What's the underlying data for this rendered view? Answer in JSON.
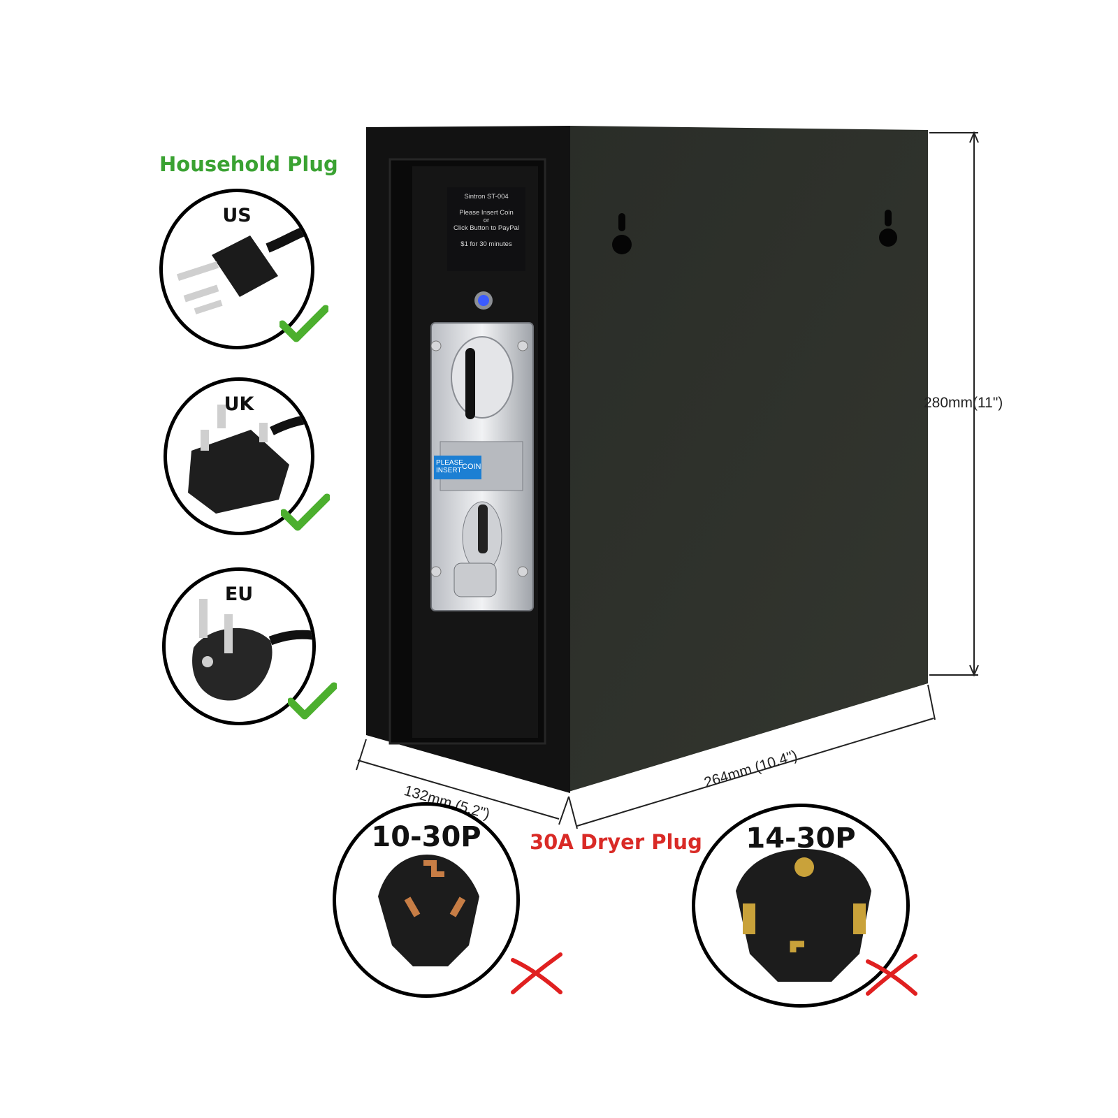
{
  "household": {
    "title": "Household Plug",
    "plugs": [
      {
        "label": "US",
        "status": "supported",
        "mark": "green-check-icon"
      },
      {
        "label": "UK",
        "status": "supported",
        "mark": "green-check-icon"
      },
      {
        "label": "EU",
        "status": "supported",
        "mark": "green-check-icon"
      }
    ]
  },
  "dryer": {
    "title": "30A Dryer Plug",
    "plugs": [
      {
        "label": "10-30P",
        "status": "not supported",
        "mark": "red-cross-icon"
      },
      {
        "label": "14-30P",
        "status": "not supported",
        "mark": "red-cross-icon"
      }
    ]
  },
  "dimensions": {
    "height": "280mm(11\")",
    "depth": "132mm (5.2\")",
    "width": "264mm (10.4\")"
  },
  "display": {
    "model": "Sintron ST-004",
    "line1": "Please Insert Coin",
    "line2": "or",
    "line3": "Click Button to PayPal",
    "line4": "$1 for 30 minutes"
  },
  "coin_acceptor": {
    "sign_line1": "PLEASE",
    "sign_line2": "INSERT",
    "sign_word": "COIN"
  },
  "colors": {
    "household_title": "#3aa232",
    "dryer_title": "#d92a26",
    "check_mark": "#4caf2e",
    "cross_mark": "#e02020",
    "box_front": "#111111",
    "box_side": "#2b2e29",
    "status_led": "#3b5bff"
  }
}
